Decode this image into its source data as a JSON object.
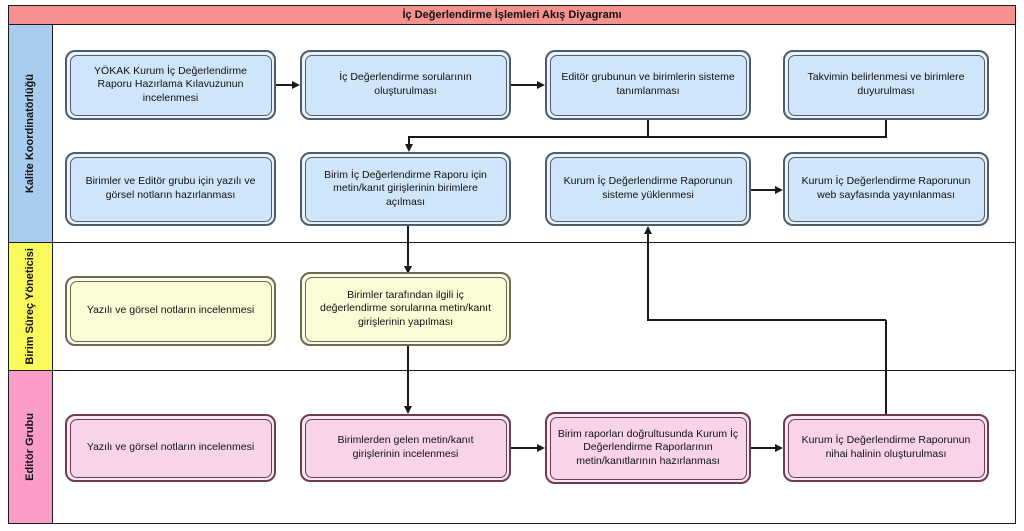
{
  "title": "İç Değerlendirme İşlemleri Akış Diyagramı",
  "lanes": [
    {
      "id": "kalite-koordinatorlugu",
      "label": "Kalite Koordinatörlüğü"
    },
    {
      "id": "birim-surec-yoneticisi",
      "label": "Birim Süreç Yöneticisi"
    },
    {
      "id": "editor-grubu",
      "label": "Editör Grubu"
    }
  ],
  "nodes": [
    {
      "lane": "kalite-koordinatorlugu",
      "text": "YÖKAK Kurum İç Değerlendirme Raporu Hazırlama Kılavuzunun incelenmesi"
    },
    {
      "lane": "kalite-koordinatorlugu",
      "text": "İç Değerlendirme sorularının oluşturulması"
    },
    {
      "lane": "kalite-koordinatorlugu",
      "text": "Editör grubunun ve birimlerin sisteme tanımlanması"
    },
    {
      "lane": "kalite-koordinatorlugu",
      "text": "Takvimin belirlenmesi ve birimlere duyurulması"
    },
    {
      "lane": "kalite-koordinatorlugu",
      "text": "Birimler ve Editör grubu için yazılı ve görsel notların hazırlanması"
    },
    {
      "lane": "kalite-koordinatorlugu",
      "text": "Birim İç Değerlendirme Raporu için metin/kanıt girişlerinin birimlere açılması"
    },
    {
      "lane": "kalite-koordinatorlugu",
      "text": "Kurum İç Değerlendirme Raporunun sisteme yüklenmesi"
    },
    {
      "lane": "kalite-koordinatorlugu",
      "text": "Kurum İç Değerlendirme Raporunun web sayfasında yayınlanması"
    },
    {
      "lane": "birim-surec-yoneticisi",
      "text": "Yazılı ve görsel notların incelenmesi"
    },
    {
      "lane": "birim-surec-yoneticisi",
      "text": "Birimler tarafından ilgili iç değerlendirme sorularına metin/kanıt girişlerinin yapılması"
    },
    {
      "lane": "editor-grubu",
      "text": "Yazılı ve görsel notların incelenmesi"
    },
    {
      "lane": "editor-grubu",
      "text": "Birimlerden gelen metin/kanıt girişlerinin incelenmesi"
    },
    {
      "lane": "editor-grubu",
      "text": "Birim raporları doğrultusunda Kurum İç Değerlendirme Raporlarının metin/kanıtlarının hazırlanması"
    },
    {
      "lane": "editor-grubu",
      "text": "Kurum İç Değerlendirme Raporunun nihai halinin oluşturulması"
    }
  ],
  "edges": [
    {
      "from": 0,
      "to": 1
    },
    {
      "from": 1,
      "to": 2
    },
    {
      "from": 2,
      "to": 5
    },
    {
      "from": 3,
      "to": 5
    },
    {
      "from": 5,
      "to": 9
    },
    {
      "from": 9,
      "to": 11
    },
    {
      "from": 11,
      "to": 12
    },
    {
      "from": 12,
      "to": 13
    },
    {
      "from": 13,
      "to": 6
    },
    {
      "from": 6,
      "to": 7
    }
  ],
  "colors": {
    "frame_border": "#1a1a1a",
    "line": "#1a1a1a",
    "title_bg": "#F5918F",
    "lane1_label_bg": "#A9CCF1",
    "lane2_label_bg": "#FAFA5C",
    "lane3_label_bg": "#FB9CC9",
    "blue_fill": "#CFE5F9",
    "blue_border": "#4E5D6B",
    "yellow_fill": "#FBFBD6",
    "yellow_border": "#6A6A50",
    "pink_fill": "#F8D3EA",
    "pink_border": "#6E3B55"
  }
}
